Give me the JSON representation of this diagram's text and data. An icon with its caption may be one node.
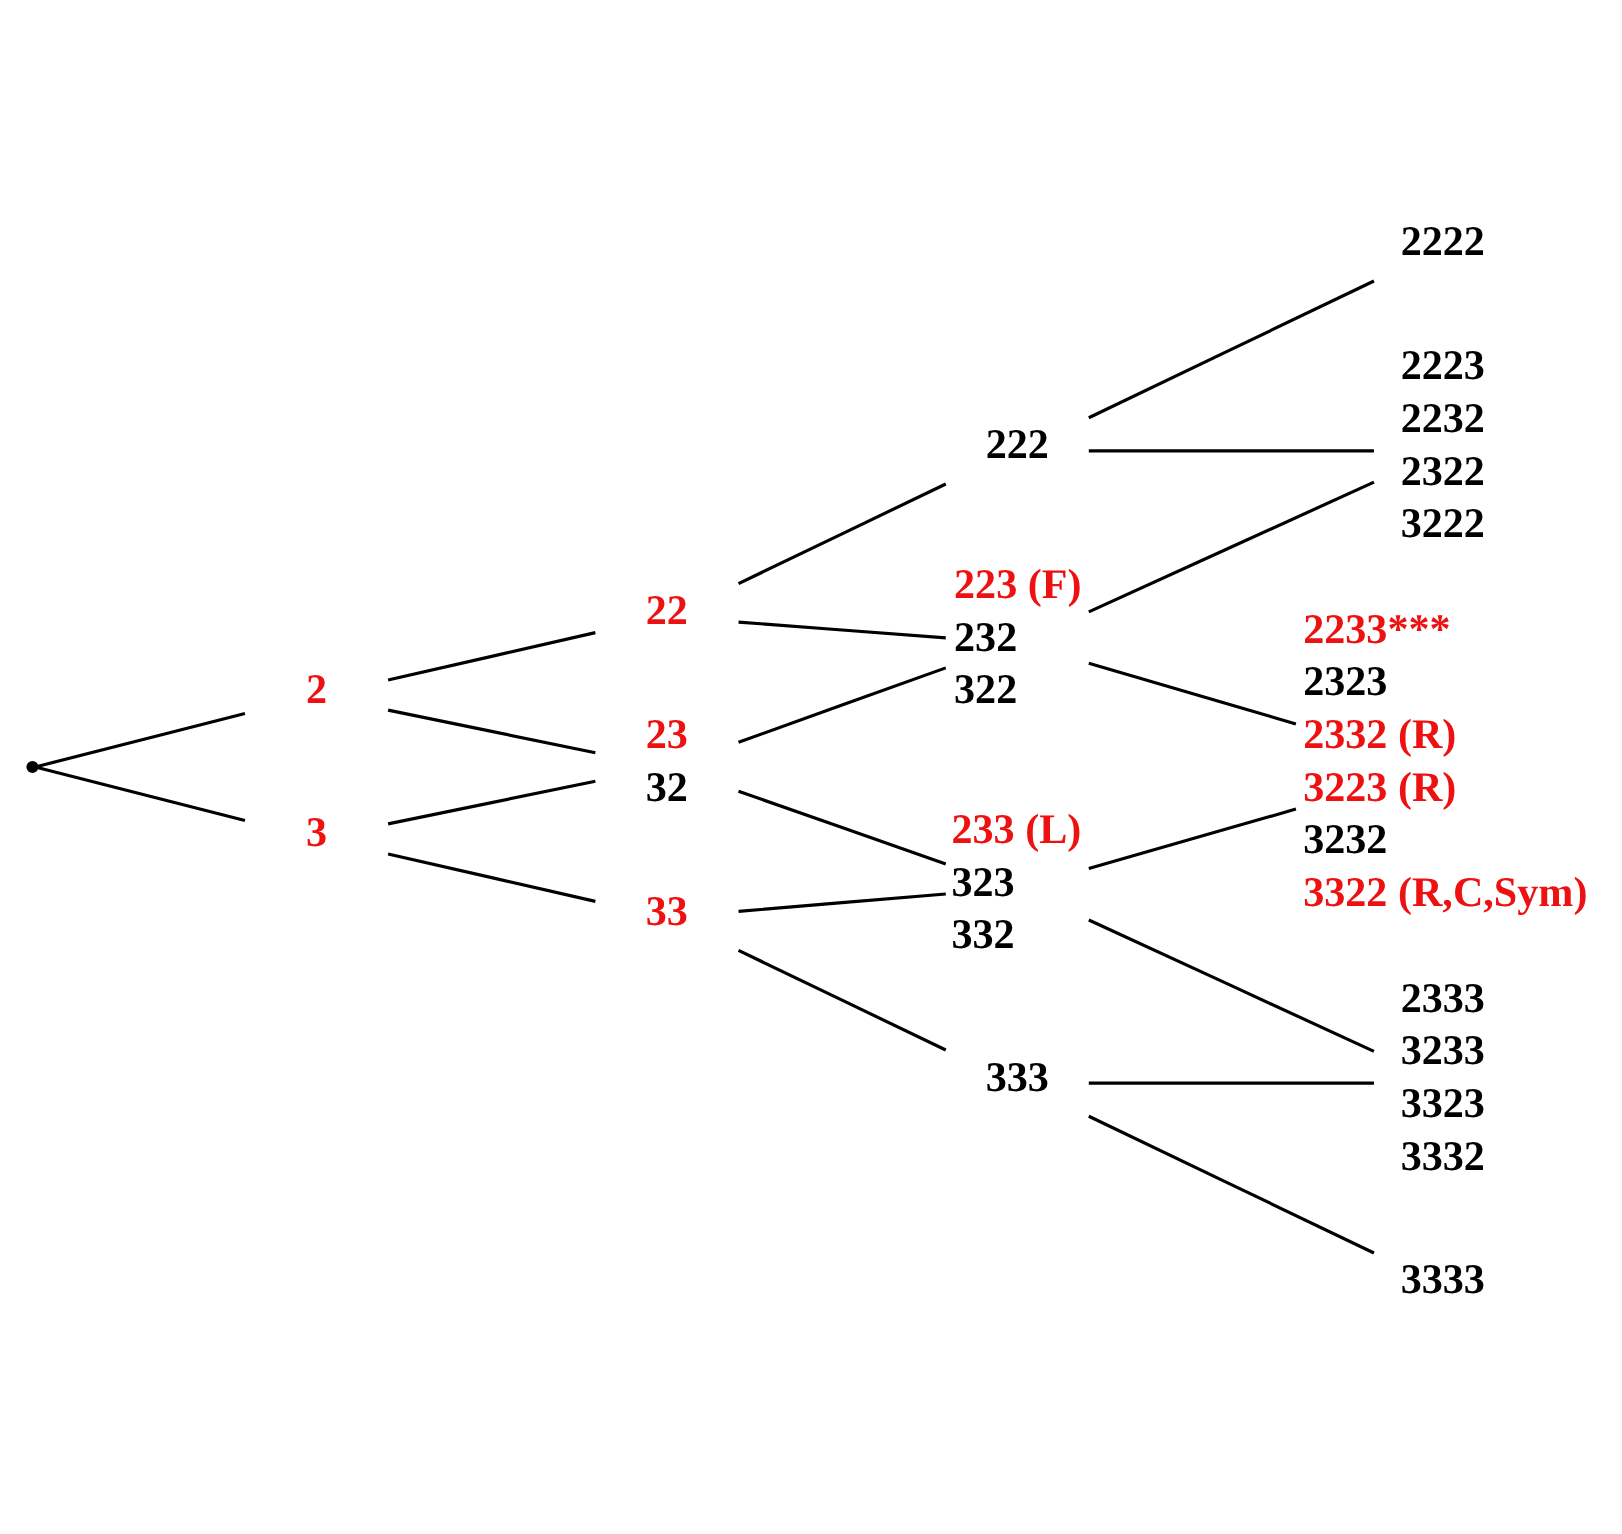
{
  "diagram": {
    "nodes": [
      {
        "text": [
          "2222"
        ]
      },
      {
        "text": [
          "222"
        ]
      },
      {
        "text": [
          "2223",
          "2232",
          "2322",
          "3222"
        ]
      },
      {
        "text": [
          "22"
        ]
      },
      {
        "text": [
          "223 (F)",
          "232",
          "322"
        ]
      },
      {
        "text": [
          "2"
        ]
      },
      {
        "text": [
          "2233***",
          "2323",
          "2332 (R)",
          "3223 (R)",
          "3232",
          "3322 (R,C,Sym)"
        ]
      },
      {
        "text": [],
        "shape": "point"
      },
      {
        "text": [
          "23",
          "32"
        ]
      },
      {
        "text": [
          "233 (L)",
          "323",
          "332"
        ]
      },
      {
        "text": [
          "3"
        ]
      },
      {
        "text": [
          "2333",
          "3233",
          "3323",
          "3332"
        ]
      },
      {
        "text": [
          "33"
        ]
      },
      {
        "text": [
          "333"
        ]
      },
      {
        "text": [
          "3333"
        ]
      }
    ],
    "edges": [
      {
        "from": 7,
        "to": 5,
        "arrow": "none"
      },
      {
        "from": 5,
        "to": 3,
        "arrow": "none"
      },
      {
        "from": 3,
        "to": 1,
        "arrow": "none"
      },
      {
        "from": 1,
        "to": 0,
        "arrow": "none"
      },
      {
        "from": 7,
        "to": 10,
        "arrow": "none"
      },
      {
        "from": 10,
        "to": 12,
        "arrow": "none"
      },
      {
        "from": 12,
        "to": 13,
        "arrow": "none"
      },
      {
        "from": 13,
        "to": 14,
        "arrow": "none"
      },
      {
        "from": 5,
        "to": 8,
        "arrow": "none"
      },
      {
        "from": 8,
        "to": 9,
        "arrow": "none"
      },
      {
        "from": 9,
        "to": 11,
        "arrow": "none"
      },
      {
        "from": 3,
        "to": 4,
        "arrow": "none"
      },
      {
        "from": 4,
        "to": 6,
        "arrow": "none"
      },
      {
        "from": 1,
        "to": 2,
        "arrow": "none"
      },
      {
        "from": 10,
        "to": 8,
        "arrow": "none"
      },
      {
        "from": 8,
        "to": 4,
        "arrow": "none"
      },
      {
        "from": 4,
        "to": 2,
        "arrow": "none"
      },
      {
        "from": 12,
        "to": 9,
        "arrow": "none"
      },
      {
        "from": 9,
        "to": 6,
        "arrow": "none"
      },
      {
        "from": 13,
        "to": 11,
        "arrow": "none"
      }
    ]
  }
}
